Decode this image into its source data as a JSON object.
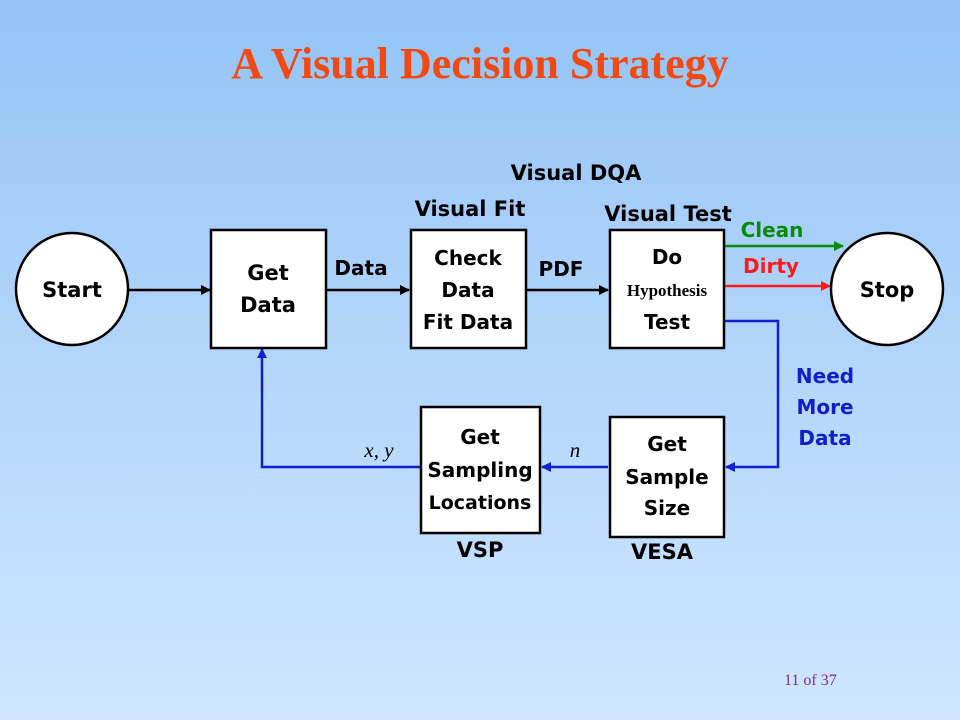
{
  "title": "A Visual Decision Strategy",
  "nodes": {
    "start": "Start",
    "stop": "Stop",
    "get_data": [
      "Get",
      "Data"
    ],
    "check_data": [
      "Check",
      "Data",
      "Fit Data"
    ],
    "hypothesis": [
      "Do",
      "Hypothesis",
      "Test"
    ],
    "sample_size": [
      "Get",
      "Sample",
      "Size"
    ],
    "sampling_locations": [
      "Get",
      "Sampling",
      "Locations"
    ]
  },
  "tools": {
    "visual_dqa": "Visual DQA",
    "visual_fit": "Visual Fit",
    "visual_test": "Visual Test",
    "vsp": "VSP",
    "vesa": "VESA"
  },
  "edges": {
    "data": "Data",
    "pdf": "PDF",
    "clean": "Clean",
    "dirty": "Dirty",
    "need_more_data": [
      "Need",
      "More",
      "Data"
    ],
    "n": "n",
    "xy": "x, y"
  },
  "colors": {
    "title": "#f04a12",
    "clean": "#0a8a0a",
    "dirty": "#ff1a1a",
    "loop": "#1020d0"
  },
  "page_number": "11 of 37"
}
